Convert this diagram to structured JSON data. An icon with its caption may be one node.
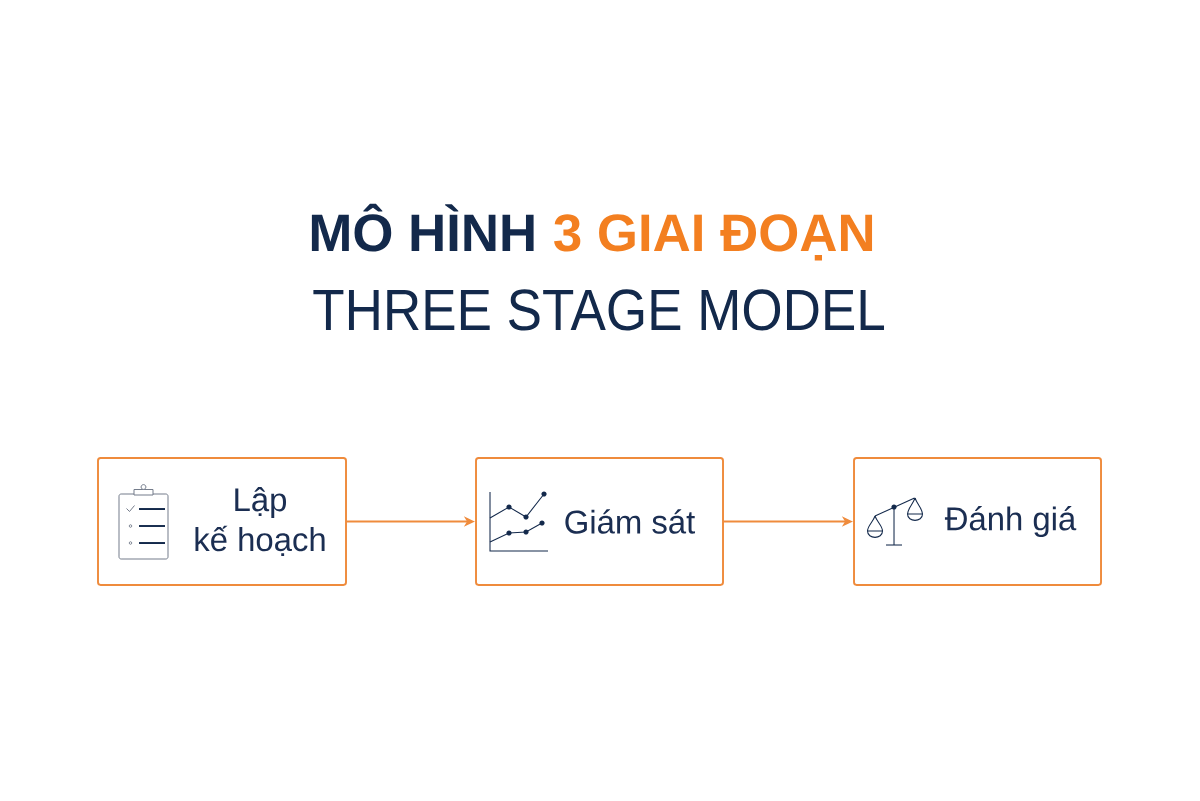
{
  "diagram": {
    "nodes": [
      {
        "text": [
          "Lập kế hoạch"
        ]
      },
      {
        "text": [
          "Giám sát"
        ]
      },
      {
        "text": [
          "Đánh giá"
        ]
      }
    ],
    "edges": [
      {
        "from": 0,
        "to": 1,
        "arrow": "to"
      },
      {
        "from": 1,
        "to": 2,
        "arrow": "to"
      }
    ],
    "labels": [
      "MÔ HÌNH",
      "3 GIAI ĐOẠN",
      "THREE STAGE MODEL"
    ]
  }
}
